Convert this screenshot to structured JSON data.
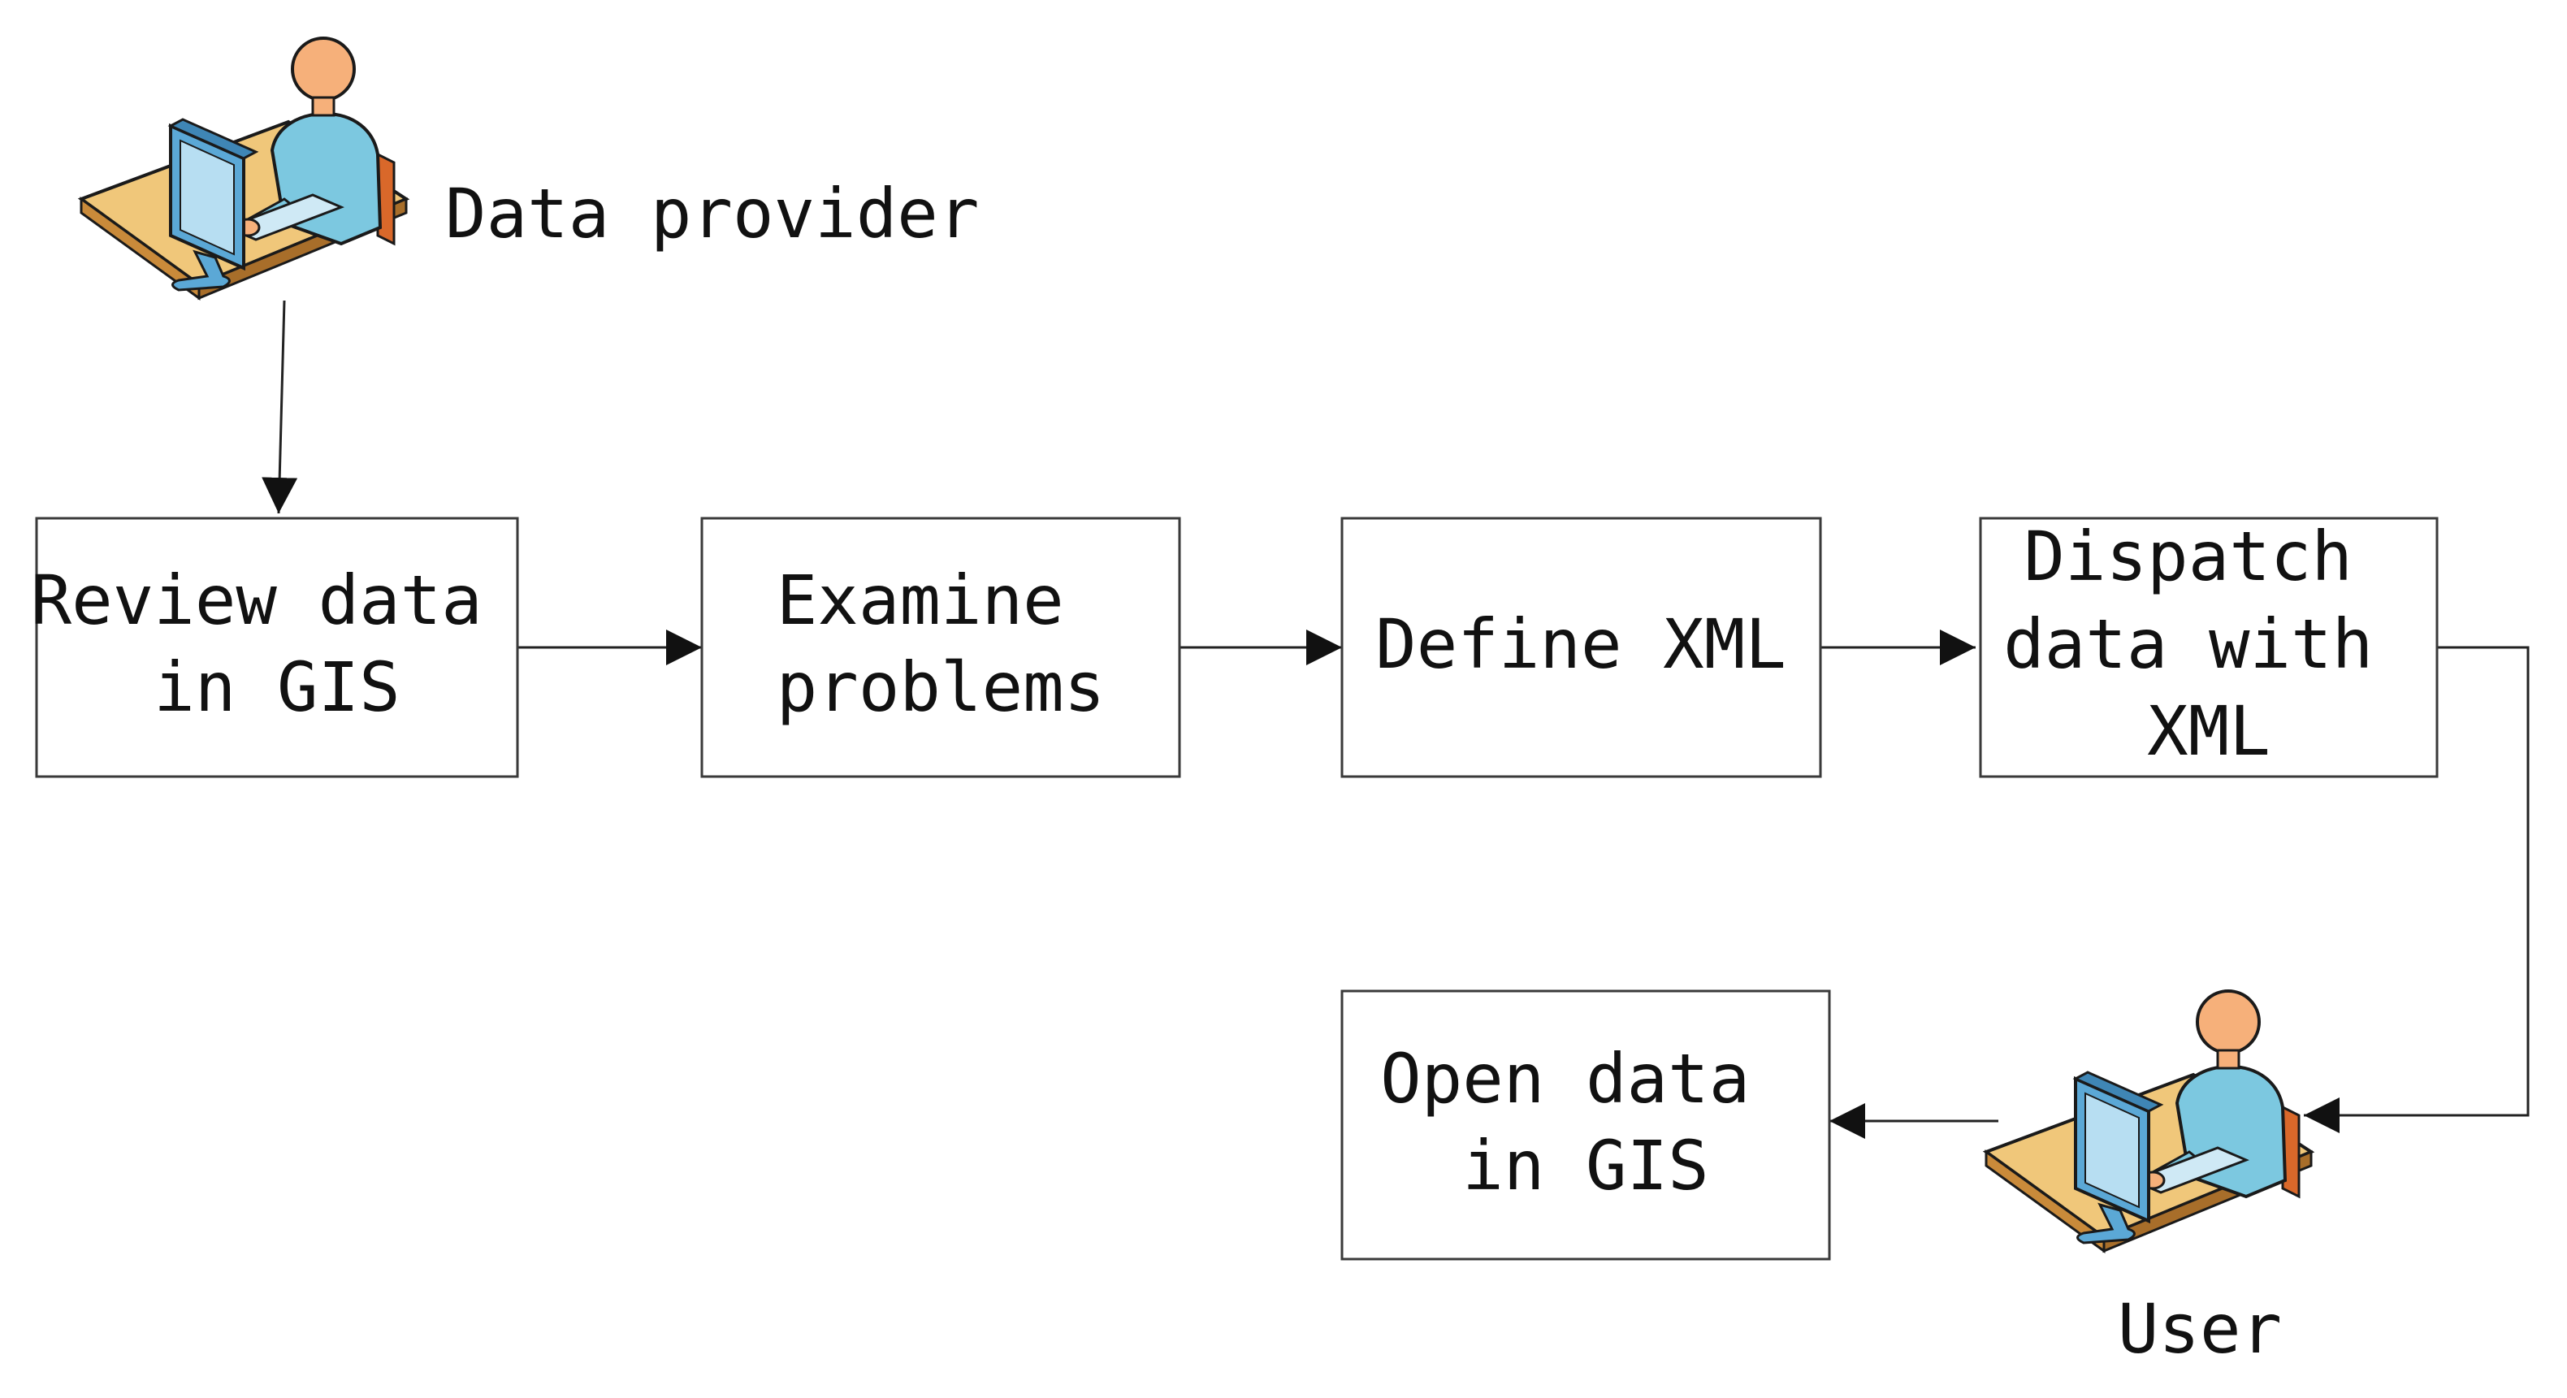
{
  "actors": {
    "provider": {
      "label": "Data provider",
      "icon": "person-at-computer-icon"
    },
    "user": {
      "label": "User",
      "icon": "person-at-computer-icon"
    }
  },
  "steps": {
    "review": {
      "lines": [
        "Review data",
        "in GIS"
      ]
    },
    "examine": {
      "lines": [
        "Examine",
        "problems"
      ]
    },
    "define": {
      "lines": [
        "Define XML"
      ]
    },
    "dispatch": {
      "lines": [
        "Dispatch",
        "data with",
        "XML"
      ]
    },
    "open": {
      "lines": [
        "Open data",
        "in GIS"
      ]
    }
  },
  "colors": {
    "desk_top": "#f0c77a",
    "desk_edge": "#c98a3a",
    "shirt": "#7cc8e0",
    "skin": "#f6b07a",
    "monitor": "#5ba8d6",
    "chair": "#d9682a",
    "outline": "#1a1a1a"
  }
}
